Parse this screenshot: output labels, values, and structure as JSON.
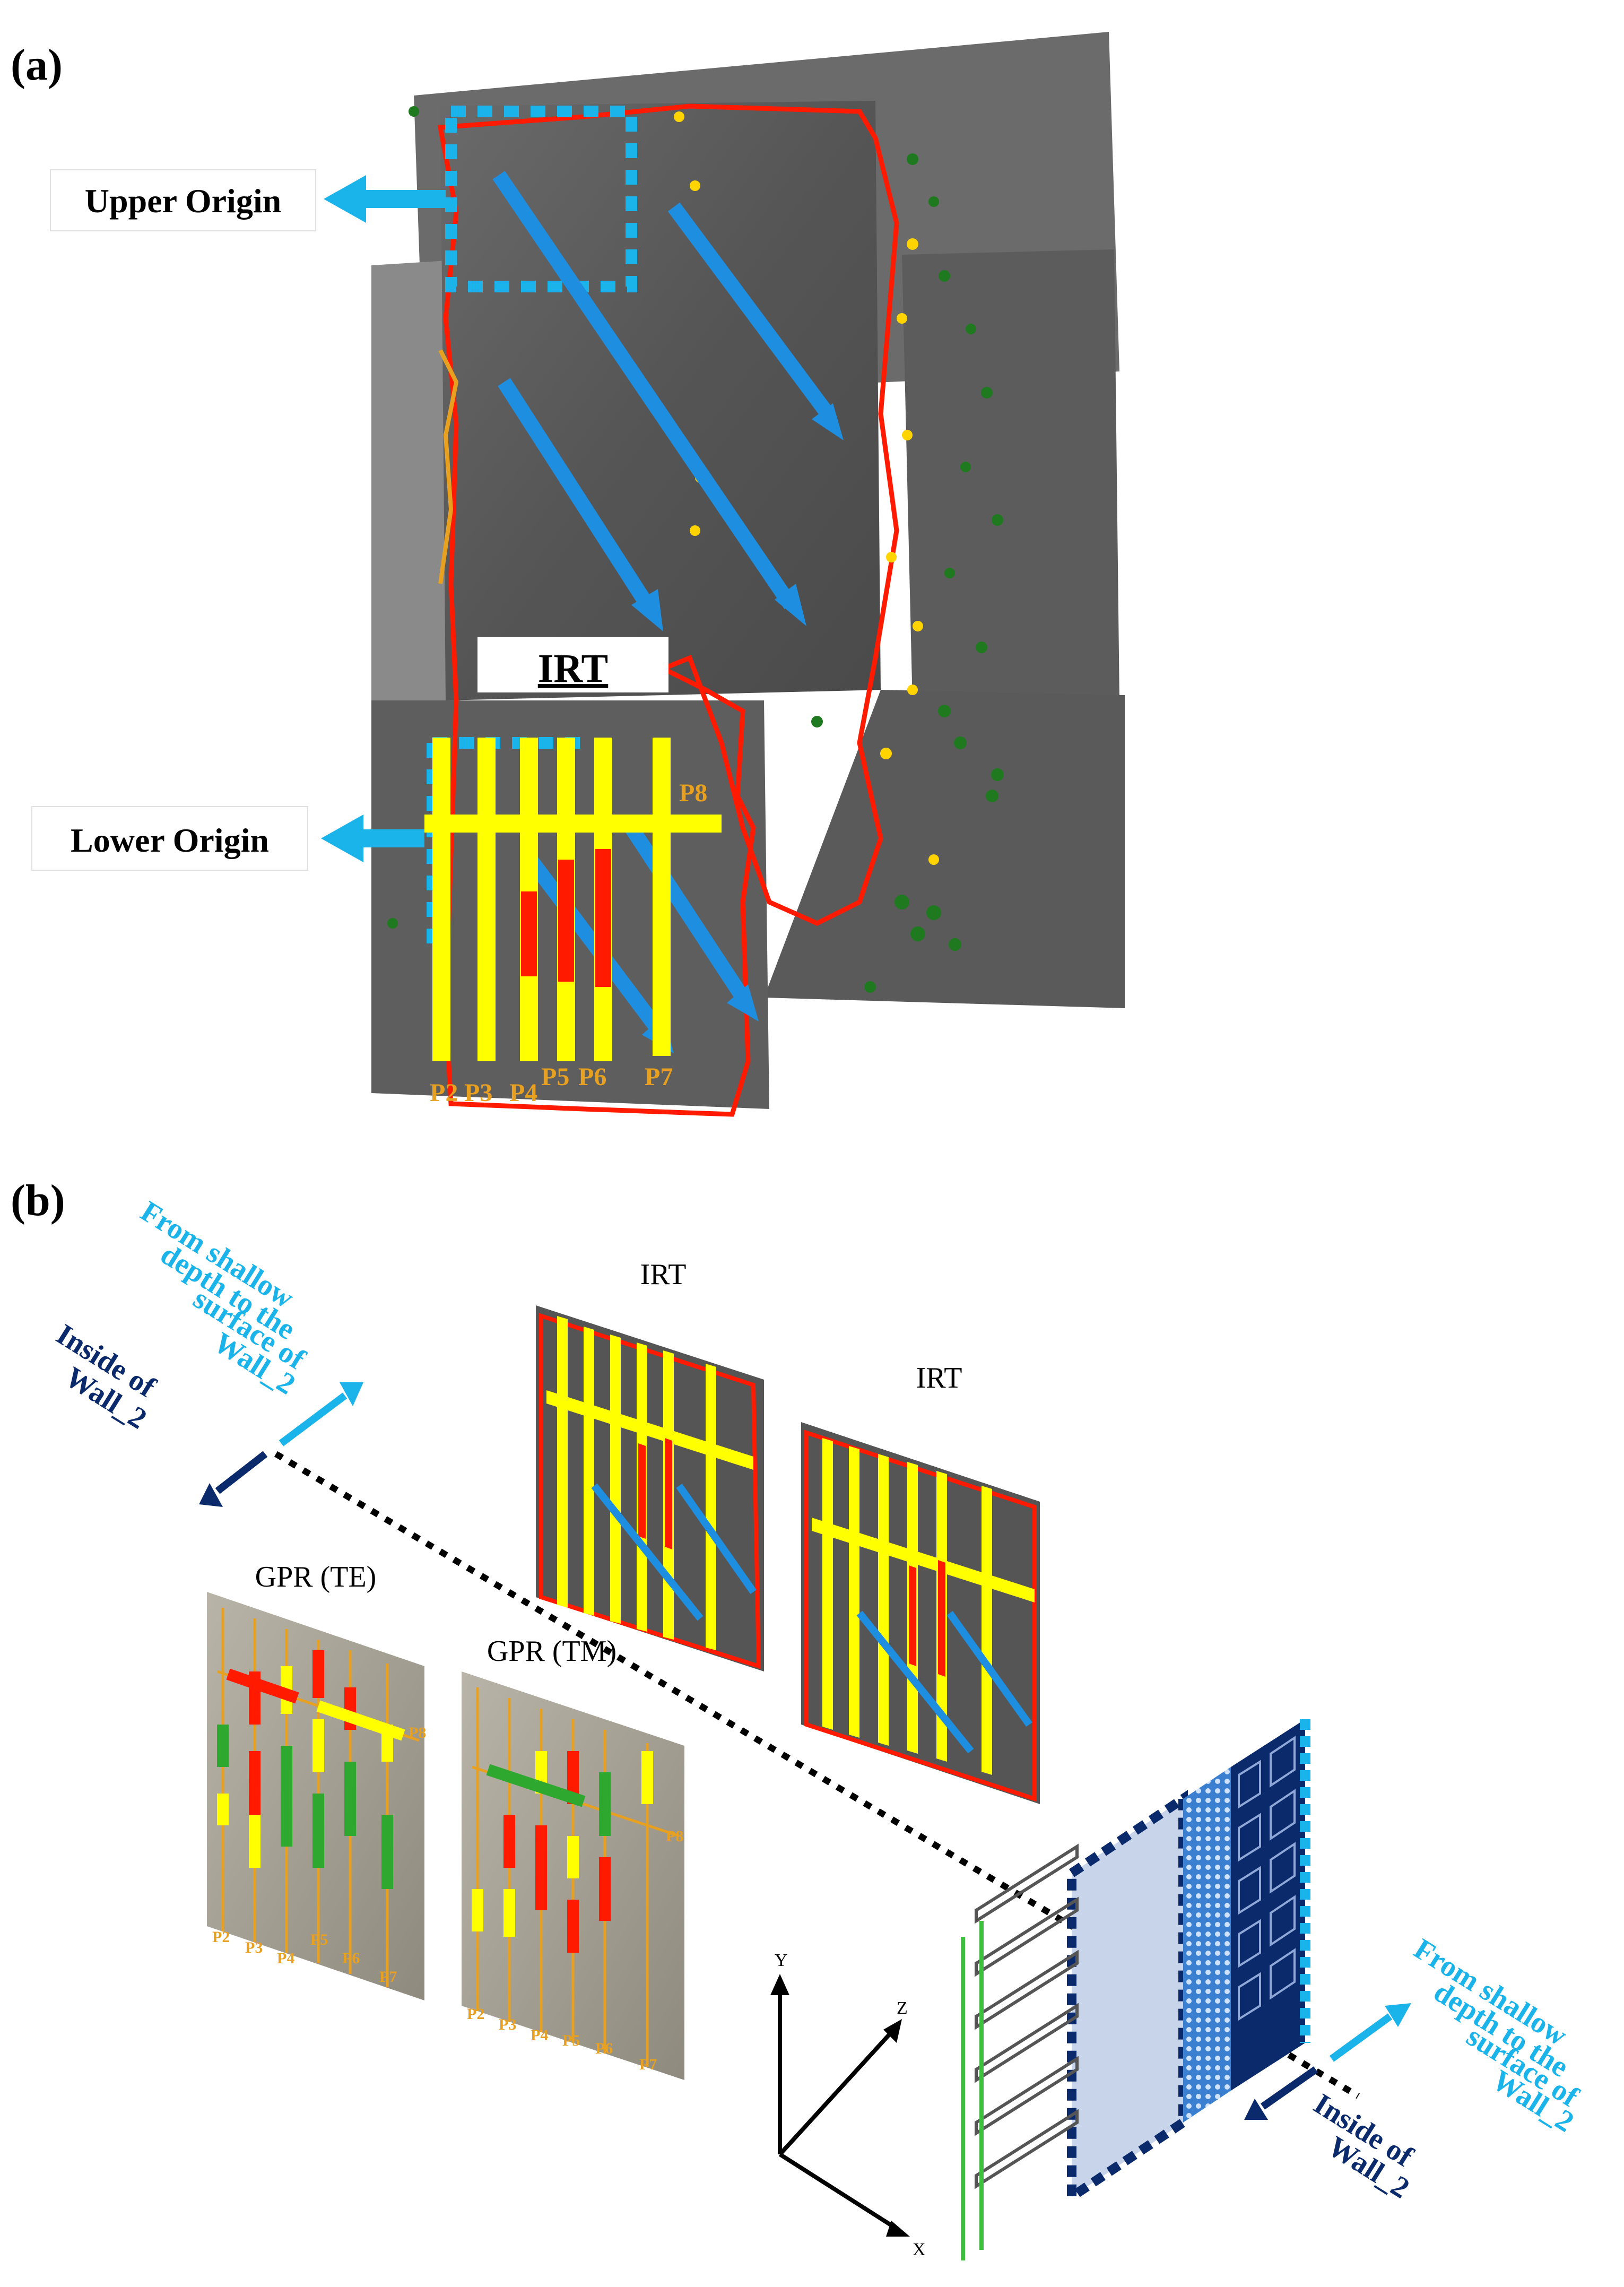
{
  "panel_a": {
    "label": "(a)",
    "upper_origin_label": "Upper Origin",
    "lower_origin_label": "Lower Origin",
    "irt_label": "IRT",
    "path_labels": [
      "P2",
      "P3",
      "P4",
      "P5",
      "P6",
      "P7",
      "P8"
    ]
  },
  "panel_b": {
    "label": "(b)",
    "irt_label_1": "IRT",
    "irt_label_2": "IRT",
    "gpr_te_label": "GPR (TE)",
    "gpr_tm_label": "GPR (TM)",
    "left_shallow_text": [
      "From shallow",
      "depth to the",
      "surface of",
      "Wall_2"
    ],
    "left_inside_text": [
      "Inside of",
      "Wall_2"
    ],
    "right_shallow_text": [
      "From shallow",
      "depth to the",
      "surface of",
      "Wall_2"
    ],
    "right_inside_text": [
      "Inside of",
      "Wall_2"
    ],
    "axis_x": "X",
    "axis_y": "Y",
    "axis_z": "Z",
    "gpr_path_labels": [
      "P2",
      "P3",
      "P4",
      "P5",
      "P6",
      "P7",
      "P8"
    ]
  },
  "colors": {
    "light_blue": "#1ab4ea",
    "mid_blue": "#1e8fe0",
    "navy": "#0b2a6b",
    "defect_red": "#ff1a00",
    "path_yellow": "#ffff00",
    "point_green": "#1f7a1f",
    "irt_gray": "#5a5a5a",
    "label_orange": "#e8a020"
  }
}
